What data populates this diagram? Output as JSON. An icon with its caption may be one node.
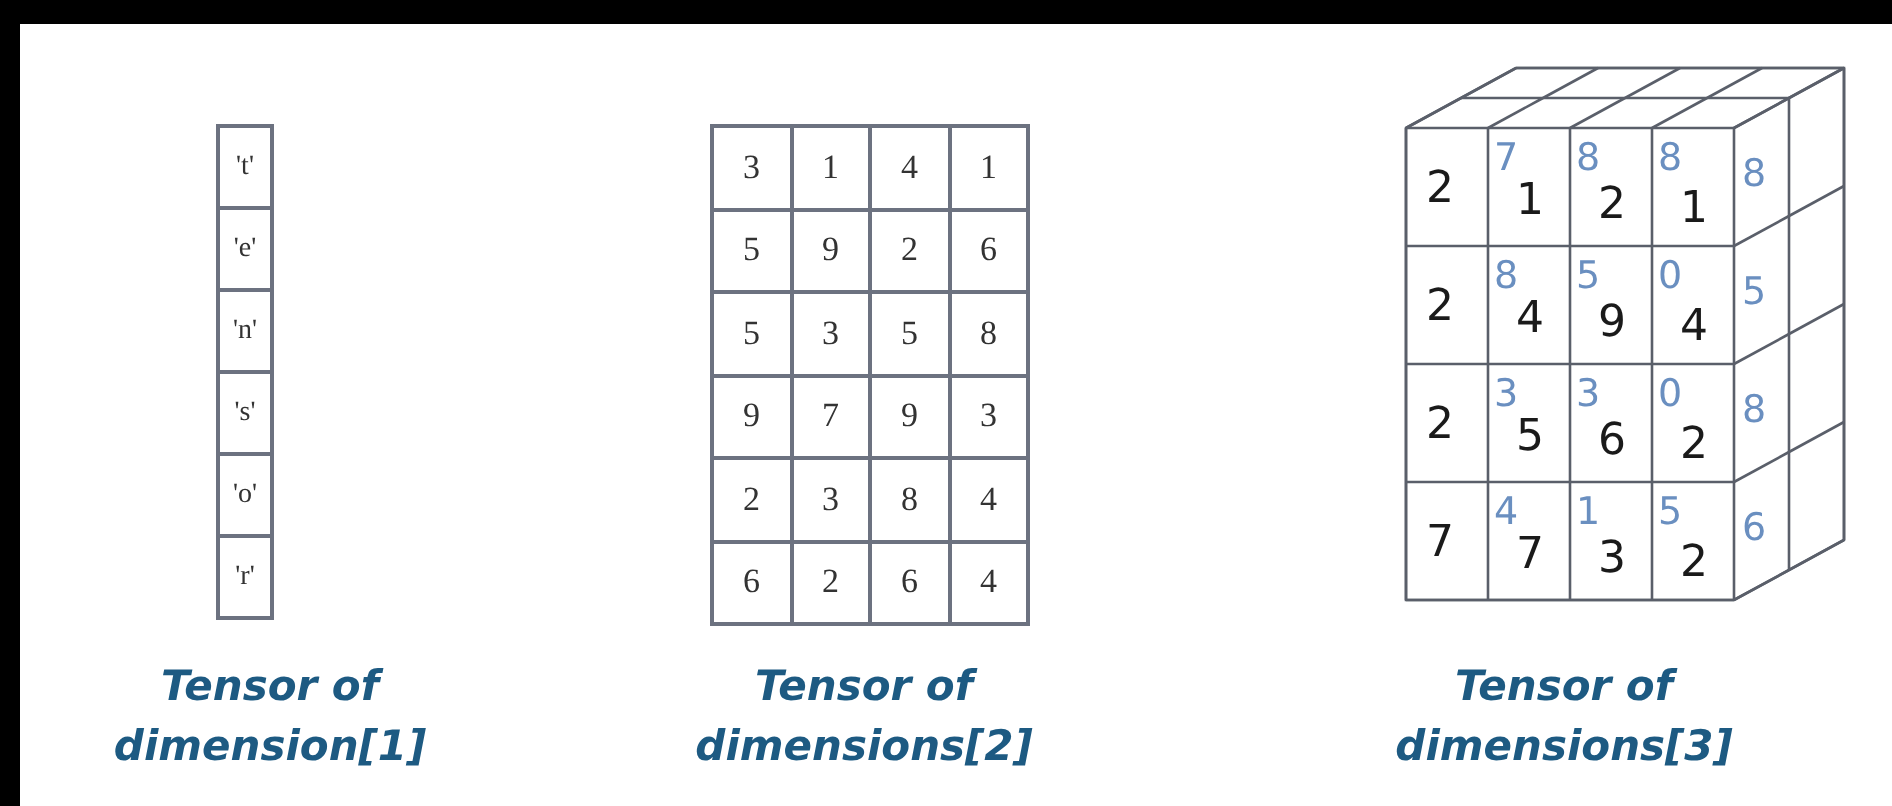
{
  "diagram": {
    "labels": [
      "'t'",
      "'e'",
      "'n'",
      "'s'",
      "'o'",
      "'r'",
      "3",
      "1",
      "4",
      "1",
      "5",
      "9",
      "2",
      "6",
      "5",
      "3",
      "5",
      "8",
      "9",
      "7",
      "9",
      "3",
      "2",
      "3",
      "8",
      "4",
      "6",
      "2",
      "6",
      "4",
      "2",
      "7",
      "1",
      "8",
      "2",
      "8",
      "1",
      "8",
      "2",
      "8",
      "4",
      "5",
      "9",
      "0",
      "4",
      "5",
      "2",
      "3",
      "5",
      "3",
      "6",
      "0",
      "2",
      "8",
      "7",
      "4",
      "7",
      "1",
      "3",
      "5",
      "2",
      "6",
      "Tensor of dimension[1]",
      "Tensor of dimensions[2]",
      "Tensor of dimensions[3]"
    ]
  }
}
